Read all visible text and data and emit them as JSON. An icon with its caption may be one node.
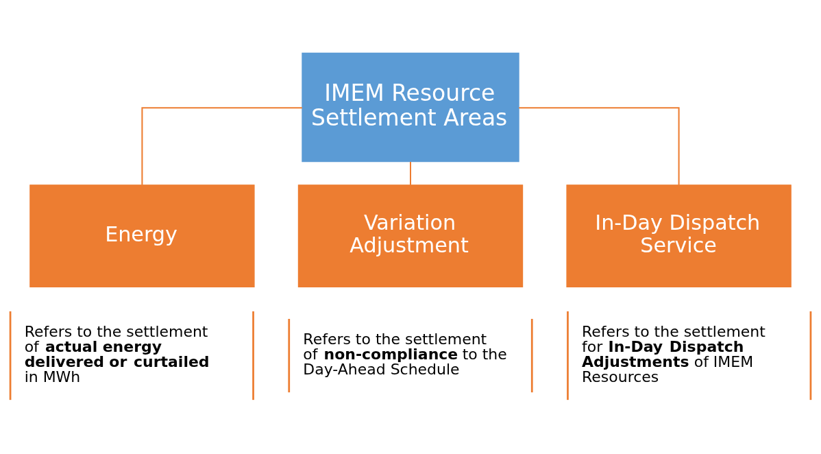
{
  "diagram": {
    "nodes": [
      {
        "text": [
          "IMEM Resource Settlement Areas"
        ]
      },
      {
        "text": [
          "Energy"
        ]
      },
      {
        "text": [
          "Variation Adjustment"
        ]
      },
      {
        "text": [
          "In-Day Dispatch Service"
        ]
      },
      {
        "text": [
          "Refers to the settlement of **actual energy delivered or curtailed** in MWh"
        ]
      },
      {
        "text": [
          "Refers to the settlement of **non-compliance** to the Day-Ahead Schedule"
        ]
      },
      {
        "text": [
          "Refers to the settlement for **In-Day Dispatch Adjustments** of IMEM Resources"
        ]
      }
    ],
    "edges": [
      {
        "from": 0,
        "to": 1,
        "arrow": "none"
      },
      {
        "from": 0,
        "to": 2,
        "arrow": "none"
      },
      {
        "from": 0,
        "to": 3,
        "arrow": "none"
      }
    ]
  }
}
